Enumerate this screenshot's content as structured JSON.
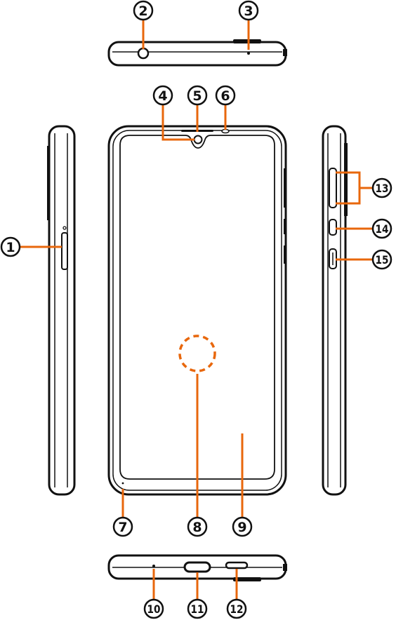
{
  "callouts": [
    {
      "id": 1,
      "label": "1"
    },
    {
      "id": 2,
      "label": "2"
    },
    {
      "id": 3,
      "label": "3"
    },
    {
      "id": 4,
      "label": "4"
    },
    {
      "id": 5,
      "label": "5"
    },
    {
      "id": 6,
      "label": "6"
    },
    {
      "id": 7,
      "label": "7"
    },
    {
      "id": 8,
      "label": "8"
    },
    {
      "id": 9,
      "label": "9"
    },
    {
      "id": 10,
      "label": "10"
    },
    {
      "id": 11,
      "label": "11"
    },
    {
      "id": 12,
      "label": "12"
    },
    {
      "id": 13,
      "label": "13"
    },
    {
      "id": 14,
      "label": "14"
    },
    {
      "id": 15,
      "label": "15"
    }
  ],
  "colors": {
    "leader": "#e8670c",
    "outline": "#111111",
    "fill": "#ffffff"
  }
}
